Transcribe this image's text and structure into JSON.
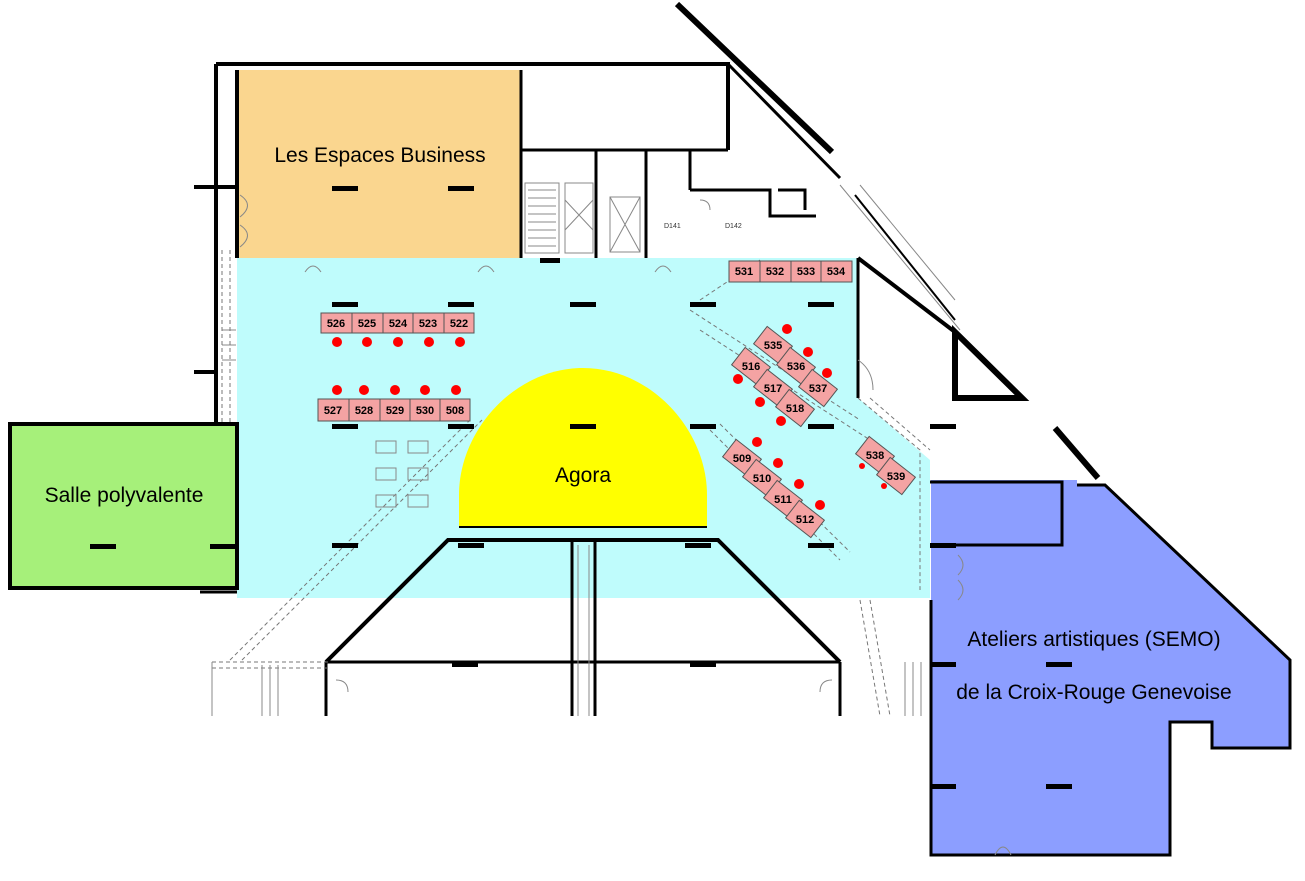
{
  "zones": {
    "business": {
      "label": "Les Espaces Business",
      "color": "#fad68f"
    },
    "salle": {
      "label": "Salle polyvalente",
      "color": "#a6f07a"
    },
    "agora": {
      "label": "Agora",
      "color": "#ffff00"
    },
    "ateliers": {
      "line1": "Ateliers artistiques (SEMO)",
      "line2": "de la Croix-Rouge Genevoise",
      "color": "#8c9eff"
    },
    "hall": {
      "color": "#bffcfc"
    }
  },
  "rooms": {
    "d141": "D141",
    "d142": "D142"
  },
  "booth_color": "#f4a3a3",
  "booths": {
    "b526": "526",
    "b525": "525",
    "b524": "524",
    "b523": "523",
    "b522": "522",
    "b527": "527",
    "b528": "528",
    "b529": "529",
    "b530": "530",
    "b508": "508",
    "b531": "531",
    "b532": "532",
    "b533": "533",
    "b534": "534",
    "b535": "535",
    "b536": "536",
    "b537": "537",
    "b516": "516",
    "b517": "517",
    "b518": "518",
    "b509": "509",
    "b510": "510",
    "b511": "511",
    "b512": "512",
    "b538": "538",
    "b539": "539"
  }
}
